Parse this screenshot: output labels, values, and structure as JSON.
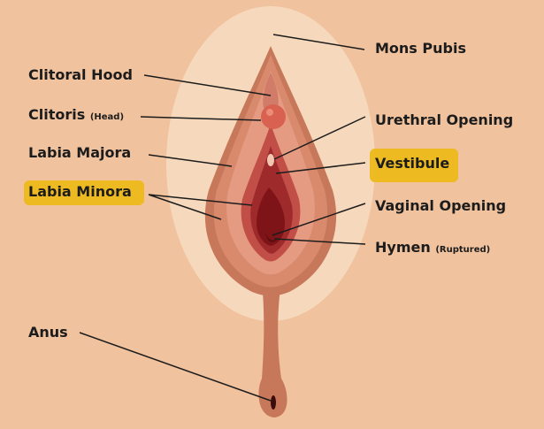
{
  "labels": {
    "mons_pubis": "Mons Pubis",
    "clitoral_hood": "Clitoral Hood",
    "clitoris": "Clitoris",
    "clitoris_note": "(Head)",
    "labia_majora": "Labia Majora",
    "labia_minora": "Labia Minora",
    "urethral_opening": "Urethral Opening",
    "vestibule": "Vestibule",
    "vaginal_opening": "Vaginal Opening",
    "hymen": "Hymen",
    "hymen_note": "(Ruptured)",
    "anus": "Anus"
  },
  "highlighted": [
    "labia_minora",
    "vestibule"
  ],
  "colors": {
    "background": "#f0c29e",
    "mons": "#f6d9bc",
    "labia_majora": "#c8785a",
    "labia_minora": "#e49b82",
    "vestibule": "#c24f47",
    "opening": "#7e1418",
    "highlight": "#ecb91a",
    "leader_lines": "#1c1c1c"
  }
}
